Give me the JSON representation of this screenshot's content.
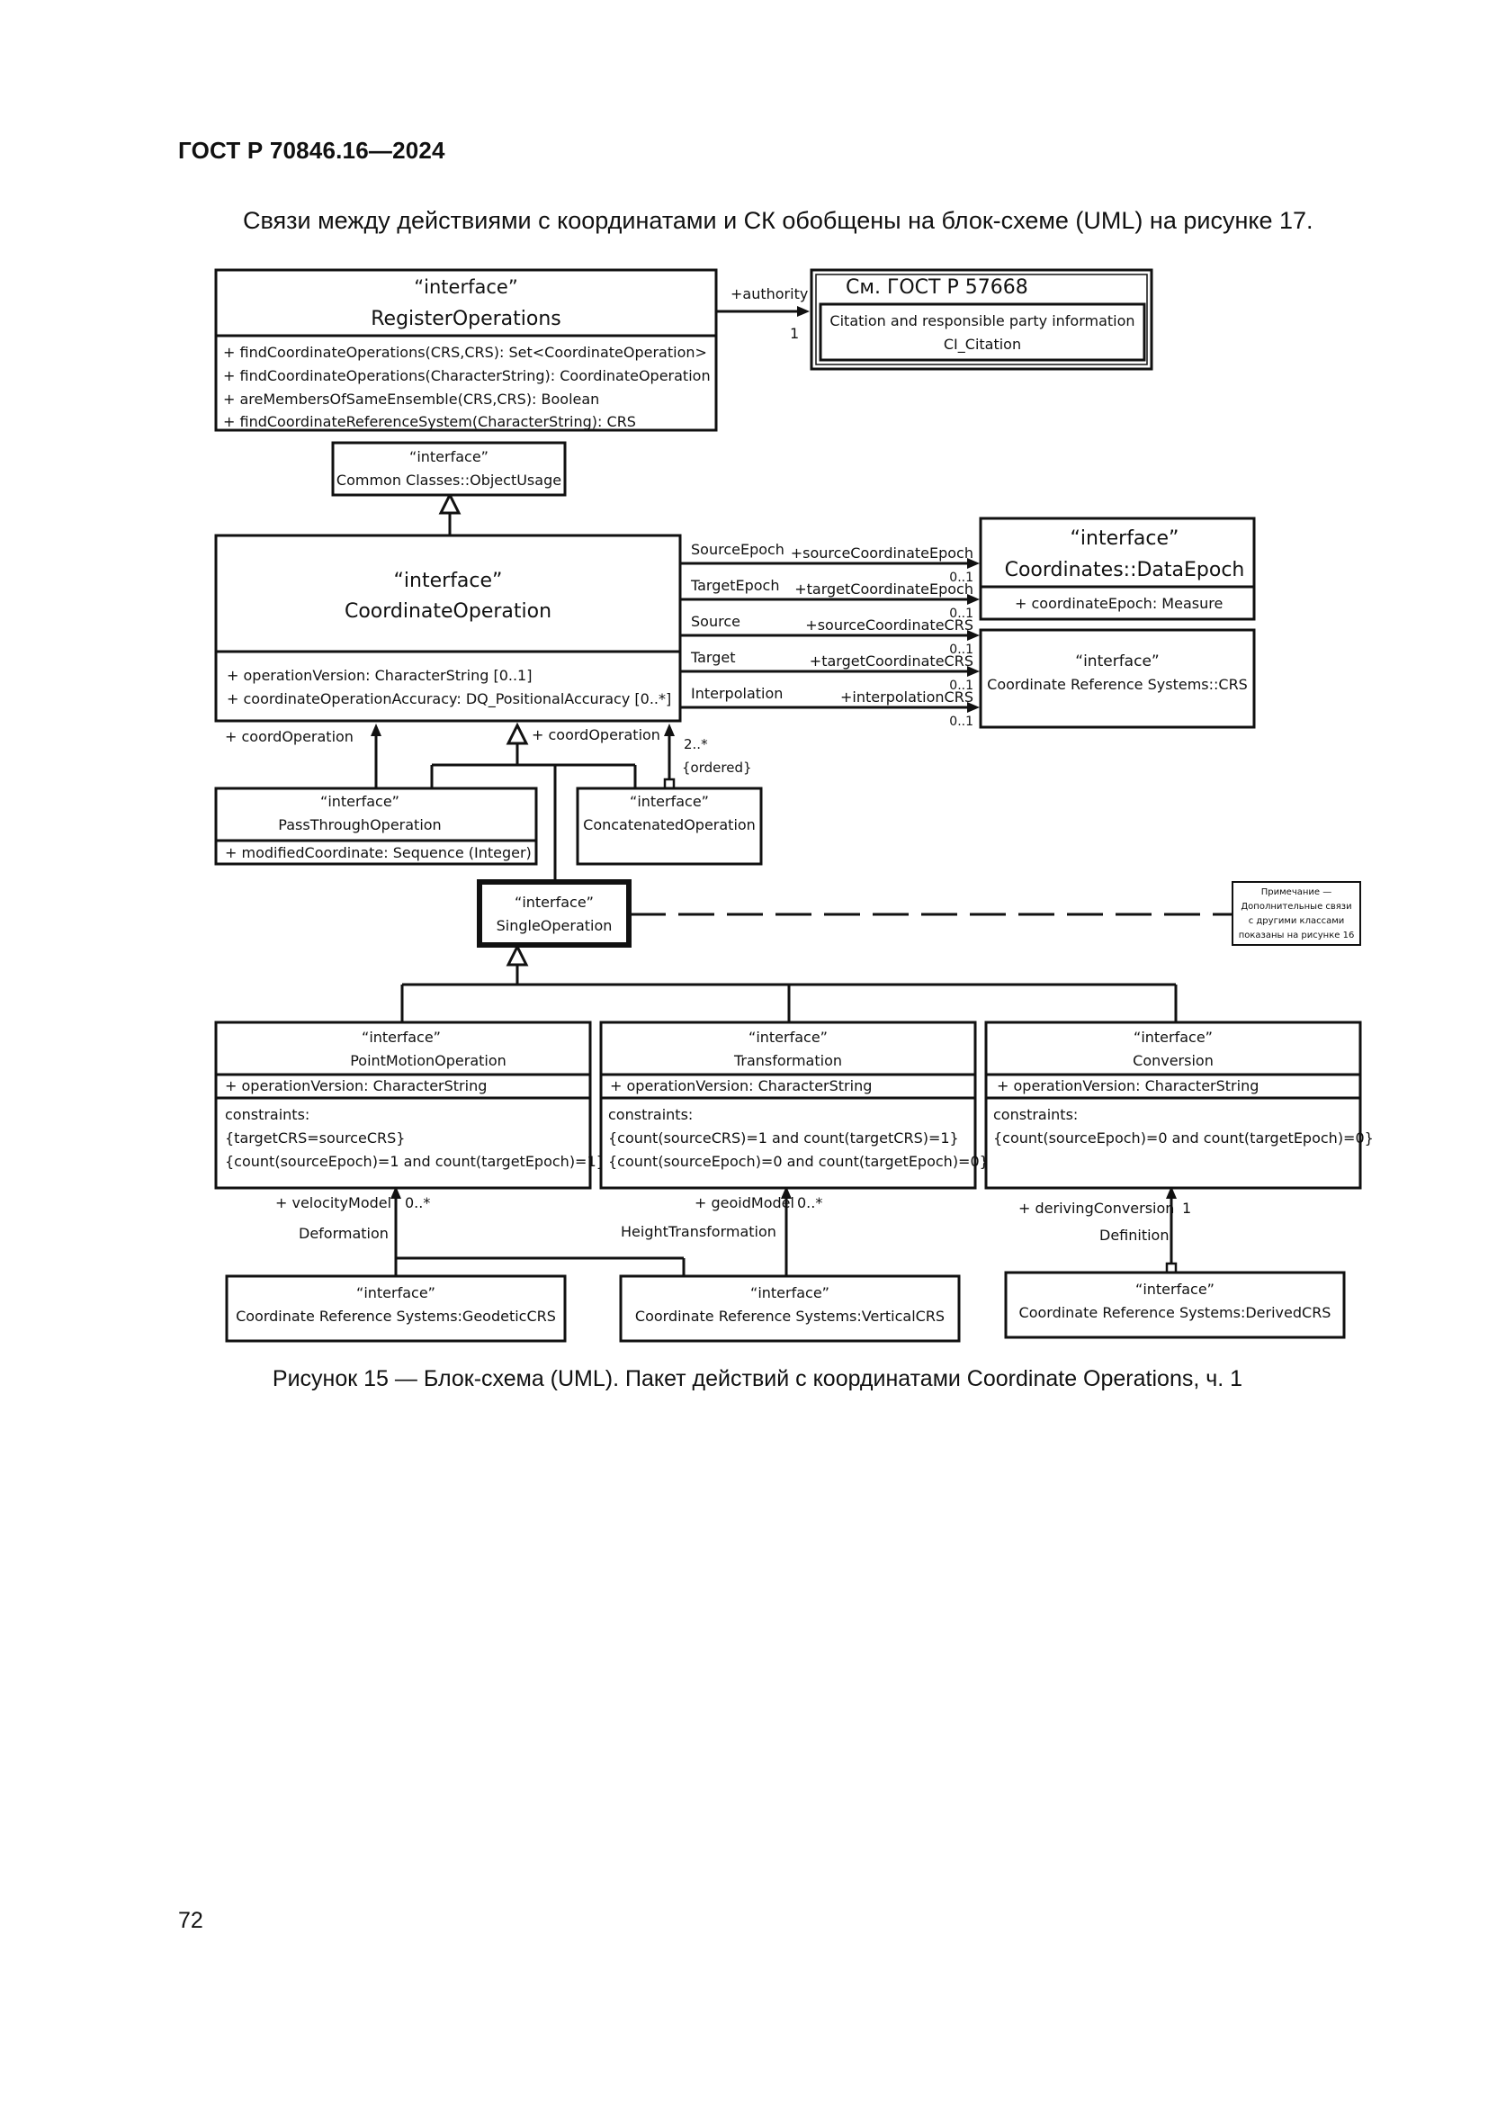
{
  "page": {
    "header": "ГОСТ Р 70846.16—2024",
    "intro": "Связи между действиями с координатами и СК обобщены на блок-схеме (UML) на рисунке 17.",
    "caption": "Рисунок 15 — Блок-схема (UML). Пакет действий с координатами Coordinate Operations, ч. 1",
    "page_number": "72"
  },
  "diagram": {
    "register": {
      "stereotype": "“interface”",
      "name": "RegisterOperations",
      "ops": [
        "+ findCoordinateOperations(CRS,CRS): Set<CoordinateOperation>",
        "+ findCoordinateOperations(CharacterString): CoordinateOperation",
        "+ areMembersOfSameEnsemble(CRS,CRS): Boolean",
        "+ findCoordinateReferenceSystem(CharacterString): CRS"
      ]
    },
    "authority": {
      "role": "+authority",
      "mult": "1"
    },
    "gost_ref": {
      "title": "См. ГОСТ Р 57668",
      "line1": "Citation and responsible party information",
      "line2": "CI_Citation"
    },
    "object_usage": {
      "stereotype": "“interface”",
      "name": "Common Classes::ObjectUsage"
    },
    "coord_op": {
      "stereotype": "“interface”",
      "name": "CoordinateOperation",
      "attrs": [
        "+ operationVersion: CharacterString [0..1]",
        "+ coordinateOperationAccuracy: DQ_PositionalAccuracy [0..*]"
      ]
    },
    "data_epoch": {
      "stereotype": "“interface”",
      "name": "Coordinates::DataEpoch",
      "attr": "+ coordinateEpoch: Measure"
    },
    "crs": {
      "stereotype": "“interface”",
      "name": "Coordinate Reference Systems::CRS"
    },
    "assoc": [
      {
        "name": "SourceEpoch",
        "role": "+sourceCoordinateEpoch",
        "mult": "0..1"
      },
      {
        "name": "TargetEpoch",
        "role": "+targetCoordinateEpoch",
        "mult": "0..1"
      },
      {
        "name": "Source",
        "role": "+sourceCoordinateCRS",
        "mult": "0..1"
      },
      {
        "name": "Target",
        "role": "+targetCoordinateCRS",
        "mult": "0..1"
      },
      {
        "name": "Interpolation",
        "role": "+interpolationCRS",
        "mult": "0..1"
      }
    ],
    "coord_operation_left": "+ coordOperation",
    "coord_operation_right": "+ coordOperation",
    "concat_mult": "2..*",
    "concat_ordered": "{ordered}",
    "pass_through": {
      "stereotype": "“interface”",
      "name": "PassThroughOperation",
      "attr": "+ modifiedCoordinate: Sequence (Integer)"
    },
    "concatenated": {
      "stereotype": "“interface”",
      "name": "ConcatenatedOperation"
    },
    "single_op": {
      "stereotype": "“interface”",
      "name": "SingleOperation"
    },
    "note": [
      "Примечание —",
      "Дополнительные связи",
      "с другими классами",
      "показаны на рисунке 16"
    ],
    "point_motion": {
      "stereotype": "“interface”",
      "name": "PointMotionOperation",
      "attr": "+ operationVersion: CharacterString",
      "constraints": [
        "constraints:",
        "{targetCRS=sourceCRS}",
        "{count(sourceEpoch)=1 and count(targetEpoch)=1}"
      ]
    },
    "transformation": {
      "stereotype": "“interface”",
      "name": "Transformation",
      "attr": "+ operationVersion: CharacterString",
      "constraints": [
        "constraints:",
        "{count(sourceCRS)=1 and count(targetCRS)=1}",
        "{count(sourceEpoch)=0 and count(targetEpoch)=0}"
      ]
    },
    "conversion": {
      "stereotype": "“interface”",
      "name": "Conversion",
      "attr": "+ operationVersion: CharacterString",
      "constraints": [
        "constraints:",
        "{count(sourceEpoch)=0 and count(targetEpoch)=0}"
      ]
    },
    "velocity": {
      "role": "+ velocityModel",
      "mult": "0..*",
      "assoc": "Deformation"
    },
    "geoid": {
      "role": "+ geoidModel",
      "mult": "0..*",
      "assoc": "HeightTransformation"
    },
    "deriving": {
      "role": "+ derivingConversion",
      "mult": "1",
      "assoc": "Definition"
    },
    "geodetic": {
      "stereotype": "“interface”",
      "name": "Coordinate Reference Systems:GeodeticCRS"
    },
    "vertical": {
      "stereotype": "“interface”",
      "name": "Coordinate Reference Systems:VerticalCRS"
    },
    "derived": {
      "stereotype": "“interface”",
      "name": "Coordinate Reference Systems:DerivedCRS"
    }
  }
}
